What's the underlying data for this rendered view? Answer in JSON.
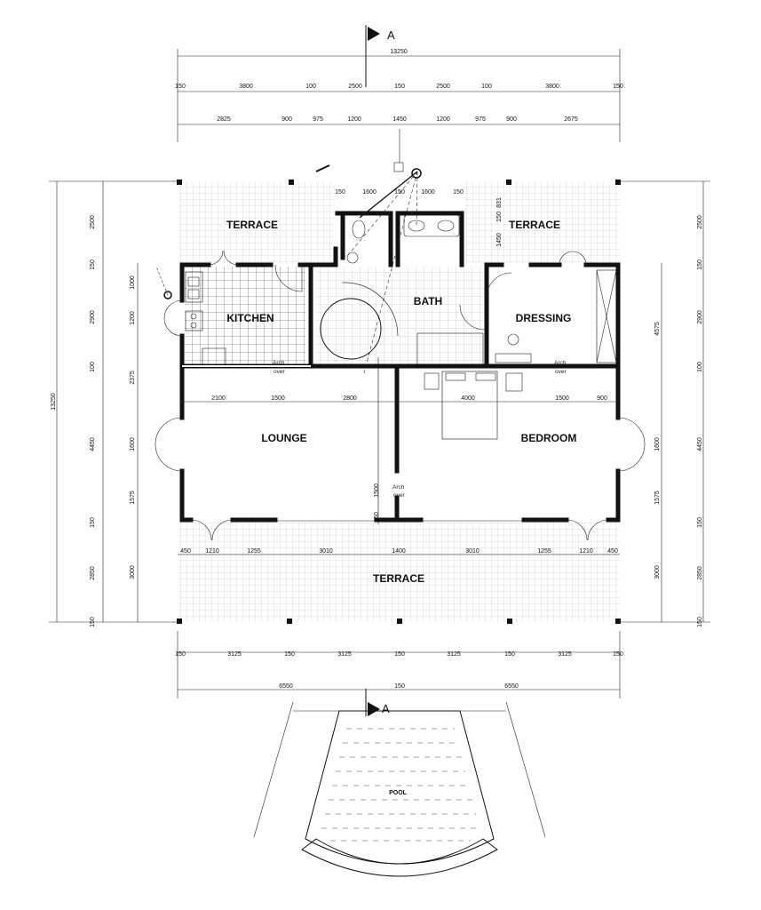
{
  "rooms": {
    "terrace_left": "TERRACE",
    "terrace_right": "TERRACE",
    "terrace_front": "TERRACE",
    "kitchen": "KITCHEN",
    "bath": "BATH",
    "dressing": "DRESSING",
    "lounge": "LOUNGE",
    "bedroom": "BEDROOM",
    "pool": "POOL"
  },
  "section_marker": {
    "top": "A",
    "bottom": "A"
  },
  "notes": {
    "arch_kitchen": [
      "Arch",
      "over"
    ],
    "arch_dressing": [
      "Arch",
      "over"
    ],
    "arch_lounge": [
      "Arch",
      "over"
    ]
  },
  "dims": {
    "top_overall": "13250",
    "top_row1": [
      "150",
      "3800",
      "100",
      "2500",
      "150",
      "2500",
      "100",
      "3800",
      "150"
    ],
    "top_row2": [
      "2825",
      "900",
      "975",
      "1200",
      "1450",
      "1200",
      "975",
      "900",
      "2675"
    ],
    "bath_top": [
      "150",
      "1600",
      "150",
      "1600",
      "150"
    ],
    "bath_right": [
      "831",
      "150",
      "1450"
    ],
    "interior_left": [
      "2100",
      "1500",
      "2800"
    ],
    "interior_right": [
      "4000",
      "1500",
      "900"
    ],
    "lounge_arch": [
      "1500",
      "150"
    ],
    "front_row": [
      "450",
      "1210",
      "1255",
      "3010",
      "1400",
      "3010",
      "1255",
      "1210",
      "450"
    ],
    "bottom_row1": [
      "150",
      "3125",
      "150",
      "3125",
      "150",
      "3125",
      "150",
      "3125",
      "150"
    ],
    "bottom_row2": [
      "6550",
      "150",
      "6550"
    ],
    "left_overall": "13250",
    "left_outer": [
      "2500",
      "150",
      "2900",
      "100",
      "4450",
      "150",
      "2850",
      "150"
    ],
    "left_inner": [
      "1000",
      "1200",
      "2375",
      "1600",
      "1575",
      "3000"
    ],
    "right_outer": [
      "2500",
      "150",
      "2900",
      "100",
      "4450",
      "150",
      "2850",
      "150"
    ],
    "right_inner": [
      "4575",
      "1600",
      "1575",
      "3000"
    ]
  }
}
